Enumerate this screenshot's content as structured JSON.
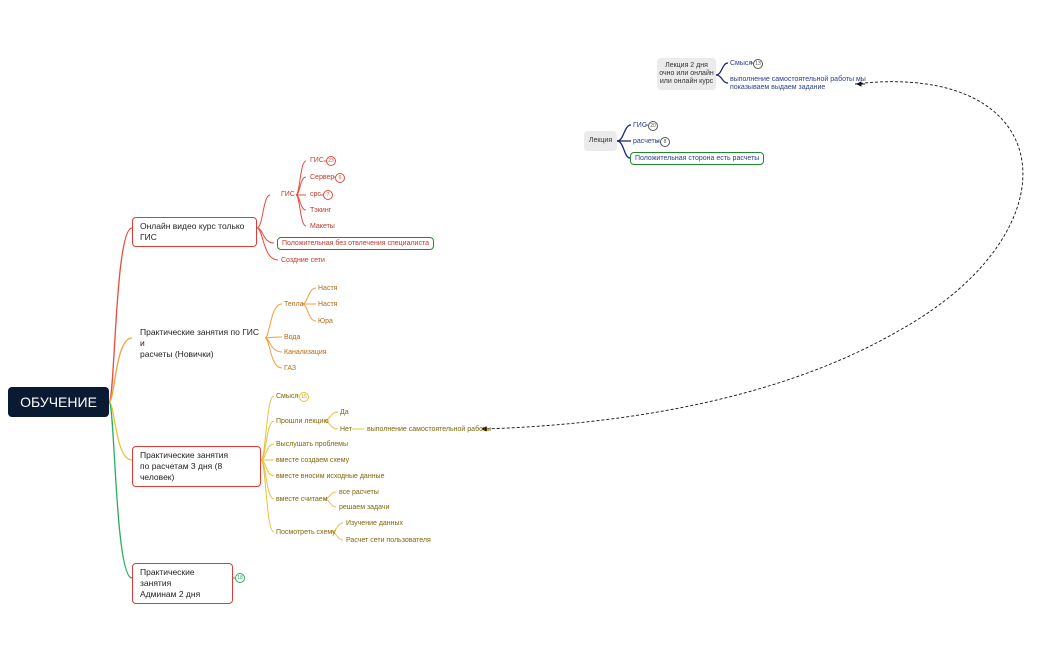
{
  "root": "ОБУЧЕНИЕ",
  "branches": {
    "online": {
      "title": "Онлайн видео курс только ГИС",
      "gis": "ГИС",
      "items": [
        "ГИС",
        "Сервер",
        "cрс",
        "Тэкинг",
        "Макеты"
      ],
      "item_badges": [
        "23",
        "6",
        "7"
      ],
      "positive": "Положительная без отвлечения специалиста",
      "network": "Создние сети"
    },
    "novice": {
      "title_line1": "Практические занятия по ГИС и",
      "title_line2": "расчеты (Новички)",
      "heat": "Тепла",
      "heat_people": [
        "Настя",
        "Настя",
        "Юра"
      ],
      "others": [
        "Вода",
        "Канализация",
        "ГАЗ"
      ]
    },
    "calc": {
      "title_line1": "Практические занятия",
      "title_line2": "по расчетам 3 дня (8 человек)",
      "meaning": "Смысл",
      "meaning_badge": "15",
      "lecture": "Прошли лекцию",
      "yes": "Да",
      "no": "Нет",
      "selfwork": "выполнение самостоятельной работы",
      "steps": [
        "Выслушать проблемы",
        "вместе создаем схему",
        "вместе вносим исходные данные"
      ],
      "calc_together": "вместе считаем",
      "calc_sub": [
        "все расчеты",
        "решаем задачи"
      ],
      "view": "Посмотреть схему",
      "view_sub": [
        "Изучение данных",
        "Расчет сети пользователя"
      ]
    },
    "admin": {
      "title_line1": "Практические занятия",
      "title_line2": "Админам 2 дня",
      "badge": "18"
    }
  },
  "floating": {
    "lecture2": {
      "line1": "Лекция 2 дня",
      "line2": "очно или онлайн",
      "line3": "или онлайн курс",
      "meaning": "Смысл",
      "meaning_badge": "13",
      "self_line1": "выполнение самостоятельной работы мы",
      "self_line2": "показываем выдаем задание"
    },
    "lecture": {
      "title": "Лекция",
      "gis": "ГИС",
      "gis_badge": "20",
      "calc": "расчеты",
      "calc_badge": "8",
      "positive": "Положительная сторона есть расчеты"
    }
  },
  "colors": {
    "root_bg": "#0b1a33",
    "red": "#e74c3c",
    "orange": "#f0a040",
    "yellow": "#e8c33a",
    "green": "#27ae60",
    "navy": "#1a237e"
  }
}
